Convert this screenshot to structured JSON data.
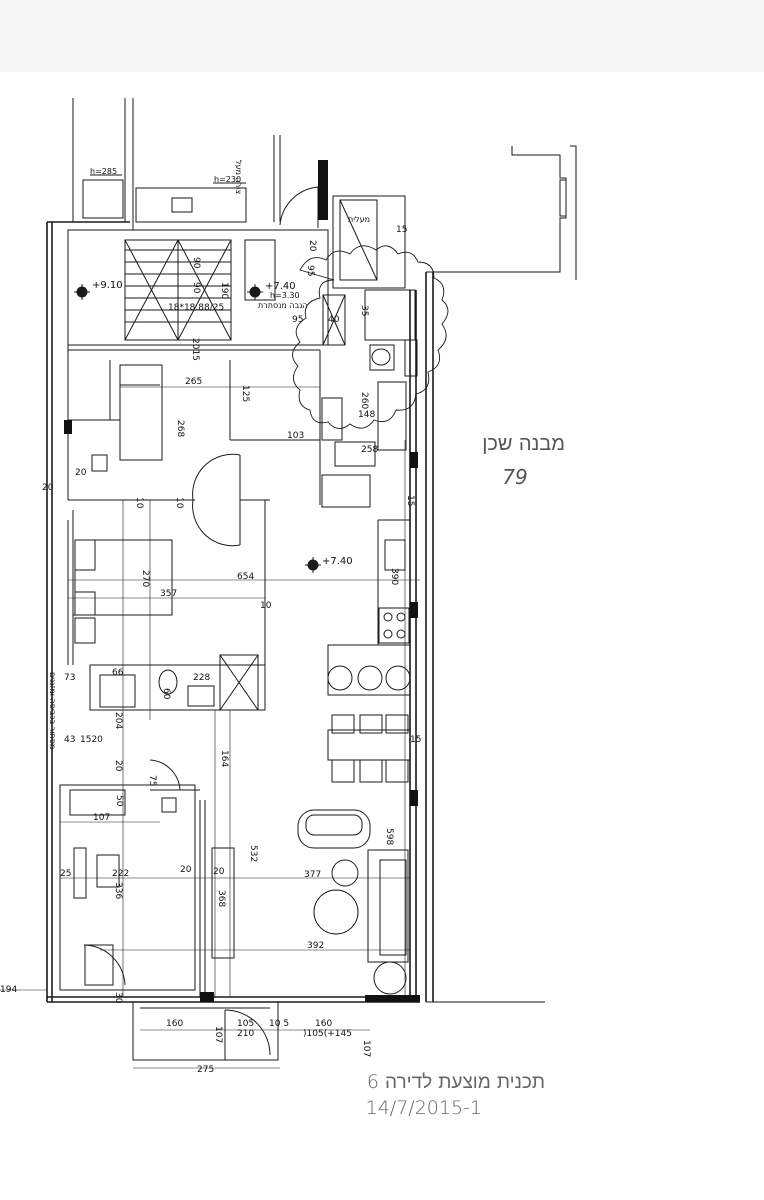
{
  "titles": {
    "plan_title": "תכנית מוצעת לדירה 6",
    "plan_date": "14/7/2015-1",
    "neighbor_label": "מבנה שכן",
    "neighbor_number": "79"
  },
  "notes": {
    "top_vertical": "צורה מעל",
    "shaft": "מעלית",
    "shaft_note": "הגבה מנסתרת",
    "left_vertical": "מסתור בכביסה ומזגנים",
    "h285": "h=285",
    "h230": "h=230",
    "h330": "h=3.30"
  },
  "levels": {
    "stair_level": "+9.10",
    "lobby_level": "+7.40",
    "apartment_level": "+7.40",
    "stair_count": "18*18.88/25"
  },
  "dimensions": {
    "d265": "265",
    "d268": "268",
    "d125": "125",
    "d103": "103",
    "d148": "148",
    "d260": "260",
    "d258": "258",
    "d270": "270",
    "d357": "357",
    "d654": "654",
    "d10a": "10",
    "d10b": "10",
    "d10c": "10",
    "d66": "66",
    "d228": "228",
    "d73": "73",
    "d43": "43",
    "d1520": "1520",
    "d164": "164",
    "d532": "532",
    "d107": "107",
    "d25": "25",
    "d222": "222",
    "d336": "336",
    "d20a": "20",
    "d20b": "20",
    "d20c": "20",
    "d20d": "20",
    "d20e": "20",
    "d368": "368",
    "d377": "377",
    "d392": "392",
    "d598": "598",
    "d75": "75",
    "d50": "50",
    "d194": "194",
    "d30": "30",
    "d160a": "160",
    "d105": "105",
    "d210": "210",
    "d10_5": "10  5",
    "d160b": "160",
    "d105_145": ")105(+145",
    "d275": "275",
    "d107b": "107",
    "d107c": "107",
    "d15a": "15",
    "d15b": "15",
    "d15c": "15",
    "d95a": "95",
    "d95b": "95",
    "d35": "35",
    "d40": "40",
    "d190": "190",
    "d90a": "90",
    "d90b": "90",
    "d2015": "2015",
    "d390": "390",
    "d60": "60",
    "d204": "204",
    "d20f": "20"
  },
  "colors": {
    "line": "#1a1a1a",
    "grey": "#777777",
    "title_grey": "#666666"
  }
}
